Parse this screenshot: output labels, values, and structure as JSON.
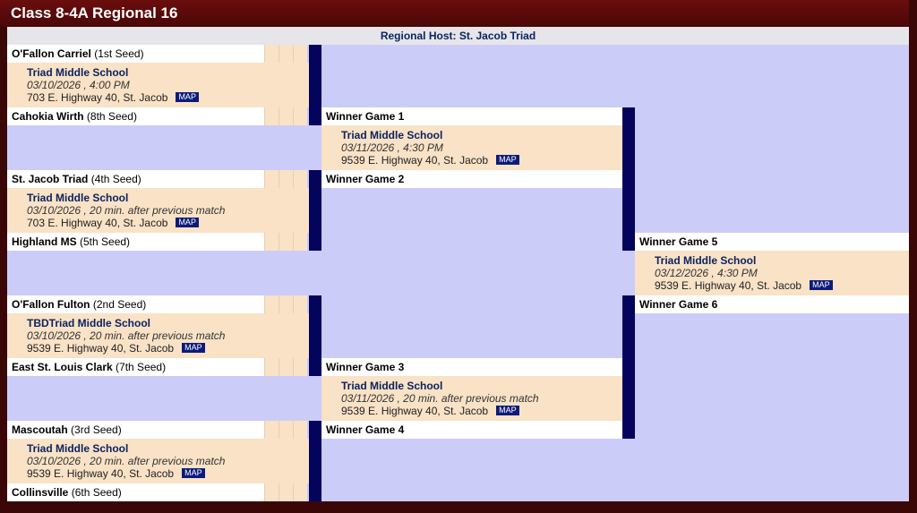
{
  "title": "Class 8-4A Regional 16",
  "host": "Regional Host: St. Jacob Triad",
  "map_label": "MAP",
  "teams": [
    {
      "name": "O'Fallon Carriel",
      "seed": "(1st Seed)"
    },
    {
      "name": "Cahokia Wirth",
      "seed": "(8th Seed)"
    },
    {
      "name": "St. Jacob Triad",
      "seed": "(4th Seed)"
    },
    {
      "name": "Highland MS",
      "seed": "(5th Seed)"
    },
    {
      "name": "O'Fallon Fulton",
      "seed": "(2nd Seed)"
    },
    {
      "name": "East St. Louis Clark",
      "seed": "(7th Seed)"
    },
    {
      "name": "Mascoutah",
      "seed": "(3rd Seed)"
    },
    {
      "name": "Collinsville",
      "seed": "(6th Seed)"
    }
  ],
  "round1": [
    {
      "location": "Triad Middle School",
      "when": "03/10/2026 , 4:00 PM",
      "address": "703 E. Highway 40, St. Jacob"
    },
    {
      "location": "Triad Middle School",
      "when": "03/10/2026 , 20 min. after previous match",
      "address": "703 E. Highway 40, St. Jacob"
    },
    {
      "location": "TBDTriad Middle School",
      "when": "03/10/2026 , 20 min. after previous match",
      "address": "9539 E. Highway 40, St. Jacob"
    },
    {
      "location": "Triad Middle School",
      "when": "03/10/2026 , 20 min. after previous match",
      "address": "9539 E. Highway 40, St. Jacob"
    }
  ],
  "round2_winners": [
    "Winner Game 1",
    "Winner Game 2",
    "Winner Game 3",
    "Winner Game 4"
  ],
  "round2": [
    {
      "location": "Triad Middle School",
      "when": "03/11/2026 , 4:30 PM",
      "address": "9539 E. Highway 40, St. Jacob"
    },
    {
      "location": "Triad Middle School",
      "when": "03/11/2026 , 20 min. after previous match",
      "address": "9539 E. Highway 40, St. Jacob"
    }
  ],
  "final_winners": [
    "Winner Game 5",
    "Winner Game 6"
  ],
  "final": {
    "location": "Triad Middle School",
    "when": "03/12/2026 , 4:30 PM",
    "address": "9539 E. Highway 40, St. Jacob"
  }
}
